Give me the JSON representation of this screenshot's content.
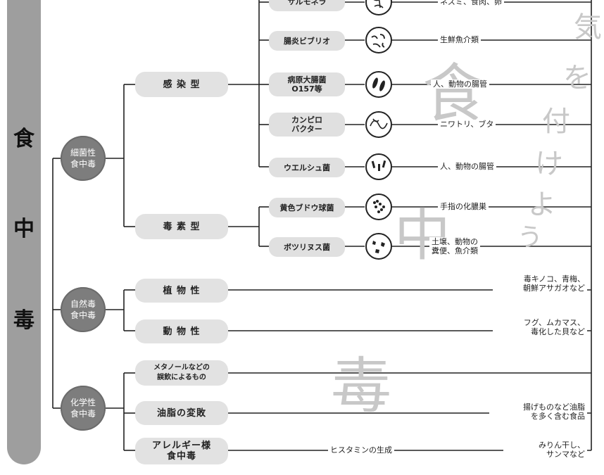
{
  "title_chars": [
    "食",
    "中",
    "毒"
  ],
  "categories": {
    "bacterial": "細菌性\n食中毒",
    "natural": "自然毒\n食中毒",
    "chemical": "化学性\n食中毒"
  },
  "subtypes": {
    "infectious": "感 染 型",
    "toxin": "毒 素 型",
    "plant": "植 物 性",
    "animal": "動 物 性",
    "methanol": "メタノールなどの\n誤飲によるもの",
    "oil": "油脂の変敗",
    "allergy": "アレルギー様\n食中毒"
  },
  "bacteria": [
    {
      "name": "サルモネラ",
      "source": "ネズミ、食肉、卵"
    },
    {
      "name": "腸炎ビブリオ",
      "source": "生鮮魚介類"
    },
    {
      "name": "病原大腸菌\nO157等",
      "source": "人、動物の腸管"
    },
    {
      "name": "カンピロ\nバクター",
      "source": "ニワトリ、ブタ"
    },
    {
      "name": "ウエルシュ菌",
      "source": "人、動物の腸管"
    },
    {
      "name": "黄色ブドウ球菌",
      "source": "手指の化膿巣"
    },
    {
      "name": "ボツリヌス菌",
      "source": "土壌、動物の\n糞便、魚介類"
    }
  ],
  "sources": {
    "plant": "毒キノコ、青梅、\n朝鮮アサガオなど",
    "animal": "フグ、ムカマス、\n毒化した貝など",
    "oil": "揚げものなど油脂\nを多く含む食品",
    "allergy_mid": "ヒスタミンの生成",
    "allergy": "みりん干し、\nサンマなど"
  },
  "watermark": [
    "気",
    "を",
    "付",
    "け",
    "よ",
    "う",
    "食",
    "中",
    "毒"
  ],
  "colors": {
    "bar": "#9e9e9e",
    "circle": "#7d7d7d",
    "pill": "#e2e2e2",
    "line": "#222222",
    "ghost": "#c8c8c8"
  }
}
